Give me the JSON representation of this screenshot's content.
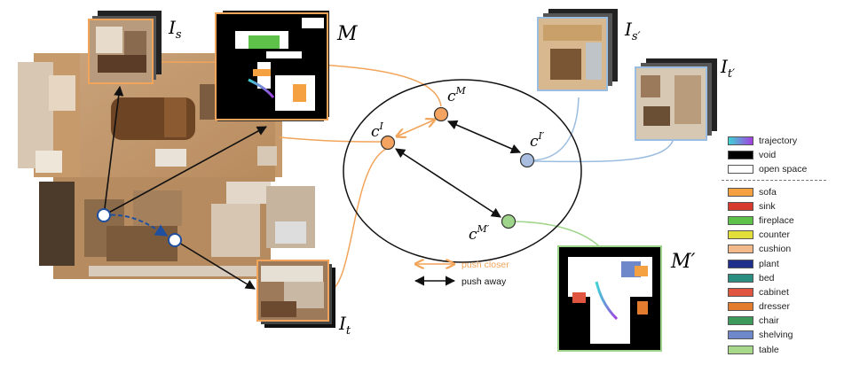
{
  "image_labels": {
    "Is": {
      "main": "I",
      "sub": "s",
      "prime": false
    },
    "M": {
      "main": "M",
      "sub": "",
      "prime": false
    },
    "It": {
      "main": "I",
      "sub": "t",
      "prime": false
    },
    "Isp": {
      "main": "I",
      "sub": "s",
      "prime": true
    },
    "Itp": {
      "main": "I",
      "sub": "t",
      "prime": true
    },
    "Mp": {
      "main": "M",
      "sub": "",
      "prime": true
    }
  },
  "nodes": {
    "cM": {
      "base": "c",
      "sup": "M",
      "color": "#f4a460"
    },
    "cI": {
      "base": "c",
      "sup": "I",
      "color": "#f4a460"
    },
    "cIp": {
      "base": "c",
      "sup": "I′",
      "color": "#a9bde0"
    },
    "cMp": {
      "base": "c",
      "sup": "M′",
      "color": "#9fd58a"
    }
  },
  "arrow_legend": {
    "push_closer": "push closer",
    "push_away": "push away"
  },
  "legend": [
    {
      "label": "trajectory",
      "color": "gradient"
    },
    {
      "label": "void",
      "color": "#000000"
    },
    {
      "label": "open space",
      "color": "#ffffff"
    },
    {
      "label": "sofa",
      "color": "#f5a142"
    },
    {
      "label": "sink",
      "color": "#d63a2f"
    },
    {
      "label": "fireplace",
      "color": "#5ec24a"
    },
    {
      "label": "counter",
      "color": "#e3df3a"
    },
    {
      "label": "cushion",
      "color": "#f2b98a"
    },
    {
      "label": "plant",
      "color": "#1f2f8c"
    },
    {
      "label": "bed",
      "color": "#2a8f80"
    },
    {
      "label": "cabinet",
      "color": "#e0553f"
    },
    {
      "label": "dresser",
      "color": "#e37c2f"
    },
    {
      "label": "chair",
      "color": "#3e9a5a"
    },
    {
      "label": "shelving",
      "color": "#6f88c9"
    },
    {
      "label": "table",
      "color": "#a8d88a"
    }
  ],
  "colors": {
    "orange_line": "#f2a45a",
    "blue_line": "#9cbddf",
    "green_line": "#9fd58a",
    "nav_node": "#1f4f9e"
  }
}
